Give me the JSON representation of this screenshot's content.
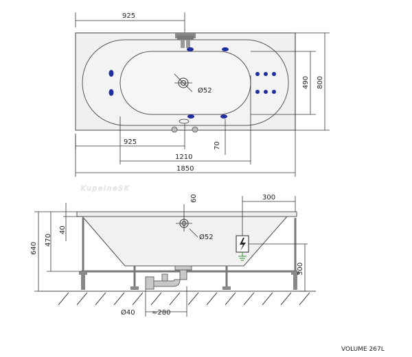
{
  "watermark": "KupelneSK",
  "top_view": {
    "dimensions": {
      "half_length_top": "925",
      "half_length_bottom": "925",
      "inner_length": "1210",
      "total_length": "1850",
      "inner_width": "490",
      "total_width": "800",
      "offset": "70"
    },
    "drain_diameter": "Ø52"
  },
  "side_view": {
    "dimensions": {
      "total_height": "640",
      "leg_height": "470",
      "rim": "40",
      "drain_offset": "60",
      "drain_diameter": "Ø52",
      "panel_width": "300",
      "panel_height": "300",
      "pipe_diameter": "Ø40",
      "pipe_length": "≈280"
    }
  },
  "volume": "VOLUME 267L",
  "colors": {
    "jet": "#1f2f9e",
    "tub_fill": "#f0f0f0",
    "ground_earth": "#2e8b2e"
  }
}
